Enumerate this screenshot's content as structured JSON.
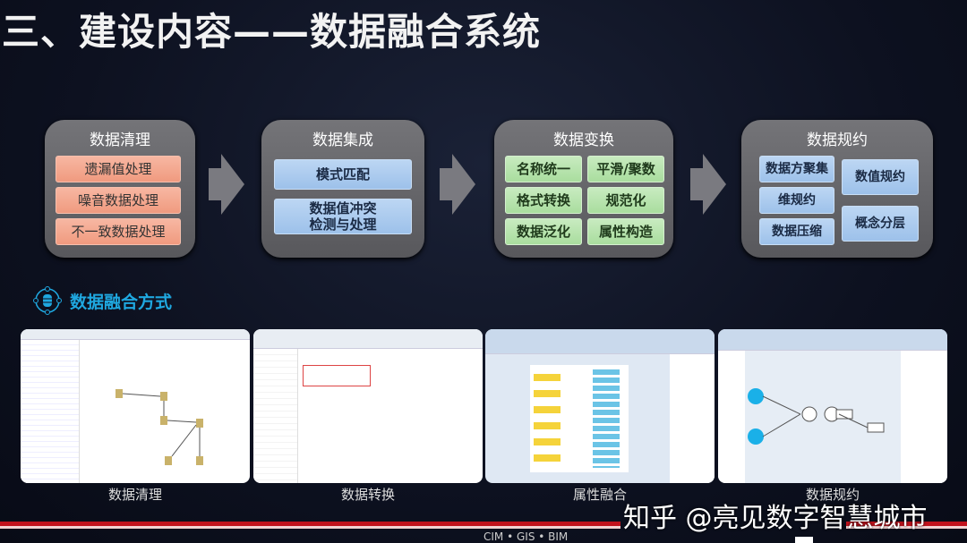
{
  "title": "三、建设内容——数据融合系统",
  "stages": [
    {
      "title": "数据清理",
      "items": [
        "遗漏值处理",
        "噪音数据处理",
        "不一致数据处理"
      ]
    },
    {
      "title": "数据集成",
      "items": [
        "模式匹配",
        "数据值冲突\n检测与处理"
      ]
    },
    {
      "title": "数据变换",
      "items": [
        "名称统一",
        "平滑/聚数",
        "格式转换",
        "规范化",
        "数据泛化",
        "属性构造"
      ]
    },
    {
      "title": "数据规约",
      "items": [
        "数据方聚集",
        "维规约",
        "数据压缩",
        "数值规约",
        "概念分层"
      ]
    }
  ],
  "colors": {
    "orange": "#f09a7f",
    "blue": "#9dc1ea",
    "green": "#a9dd9e",
    "accent": "#1fa8e0",
    "red": "#c1121c"
  },
  "section": {
    "icon": "database-icon",
    "title": "数据融合方式"
  },
  "screenshots": [
    {
      "caption": "数据清理"
    },
    {
      "caption": "数据转换"
    },
    {
      "caption": "属性融合"
    },
    {
      "caption": "数据规约"
    }
  ],
  "watermark": "知乎 @亮见数字智慧城市",
  "footer": "CIM • GIS • BIM"
}
